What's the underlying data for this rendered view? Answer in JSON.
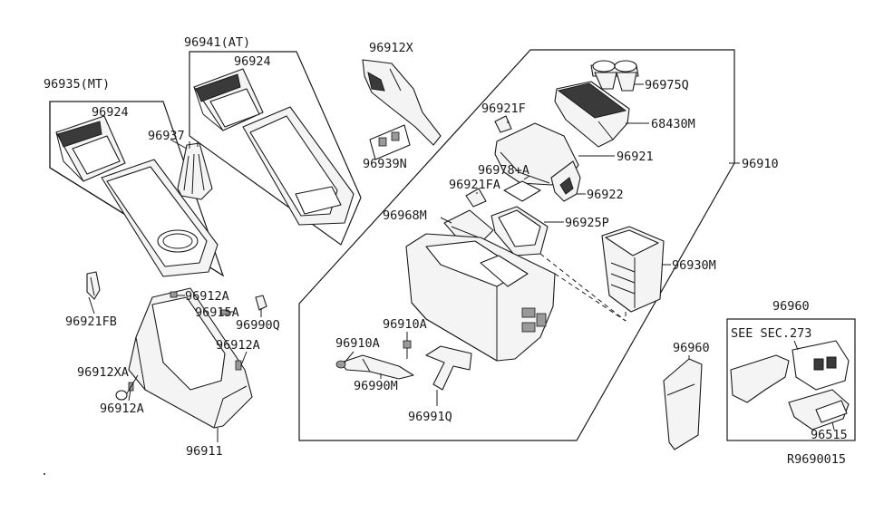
{
  "diagram_id": "R9690015",
  "labels": {
    "l96935mt": "96935(MT)",
    "l96924a": "96924",
    "l96937": "96937",
    "l96941at": "96941(AT)",
    "l96924b": "96924",
    "l96912x": "96912X",
    "l96939n": "96939N",
    "l96921fb": "96921FB",
    "l96912a_1": "96912A",
    "l96915a": "96915A",
    "l96990q": "96990Q",
    "l96912a_2": "96912A",
    "l96912xa": "96912XA",
    "l96912a_3": "96912A",
    "l96911": "96911",
    "l96975q": "96975Q",
    "l68430m": "68430M",
    "l96921f": "96921F",
    "l96921": "96921",
    "l96910": "96910",
    "l96978a": "96978+A",
    "l96921fa": "96921FA",
    "l96922": "96922",
    "l96968m": "96968M",
    "l96925p": "96925P",
    "l96930m": "96930M",
    "l96910a_1": "96910A",
    "l96910a_2": "96910A",
    "l96990m": "96990M",
    "l96991q": "96991Q",
    "l96960a": "96960",
    "l96960b": "96960",
    "l_seesec": "SEE SEC.273",
    "l96515": "96515"
  }
}
